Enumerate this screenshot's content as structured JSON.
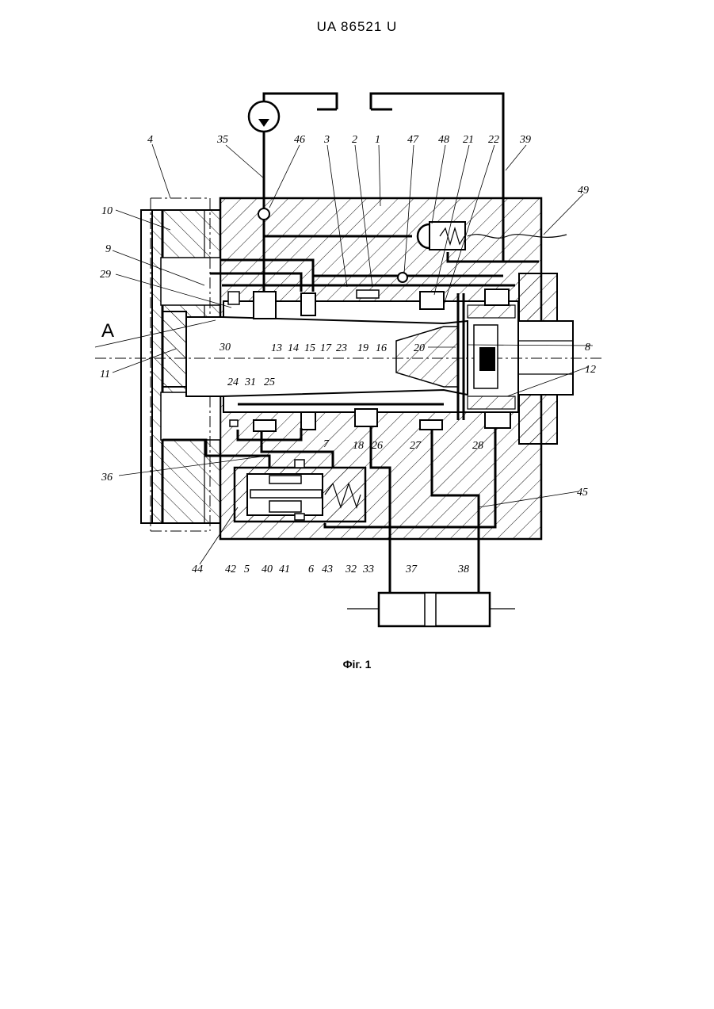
{
  "header": {
    "patent_number": "UA   86521   U"
  },
  "caption": {
    "figure": "Фіг. 1"
  },
  "diagram": {
    "view_marker": "A",
    "labels": {
      "l4": "4",
      "l35": "35",
      "l46": "46",
      "l3": "3",
      "l2": "2",
      "l1": "1",
      "l47": "47",
      "l48": "48",
      "l21": "21",
      "l22": "22",
      "l39": "39",
      "l49": "49",
      "l10": "10",
      "l9": "9",
      "l29": "29",
      "l30": "30",
      "l13": "13",
      "l14": "14",
      "l15": "15",
      "l17": "17",
      "l23": "23",
      "l19": "19",
      "l16": "16",
      "l20": "20",
      "l8": "8",
      "l12": "12",
      "l11": "11",
      "l24": "24",
      "l31": "31",
      "l25": "25",
      "l18": "18",
      "l26": "26",
      "l27": "27",
      "l28": "28",
      "l7": "7",
      "l36": "36",
      "l45": "45",
      "l44": "44",
      "l42": "42",
      "l5": "5",
      "l40": "40",
      "l41": "41",
      "l6": "6",
      "l43": "43",
      "l32": "32",
      "l33": "33",
      "l37": "37",
      "l38": "38"
    }
  }
}
